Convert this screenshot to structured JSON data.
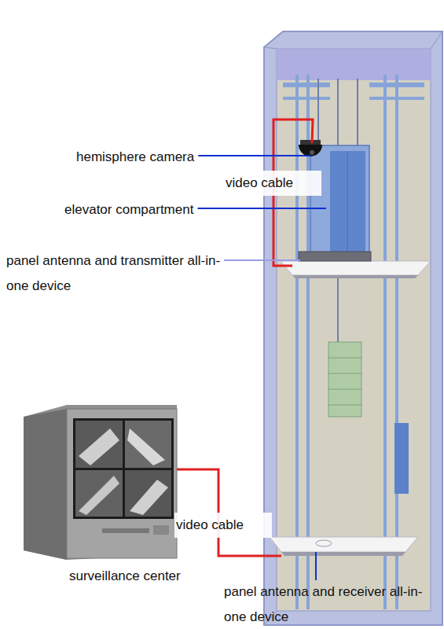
{
  "diagram": {
    "labels": [
      "hemisphere camera",
      "video cable",
      "elevator compartment",
      "panel antenna and transmitter all-in-one device",
      "video cable",
      "surveillance center",
      "panel antenna and receiver all-in-one device"
    ]
  }
}
